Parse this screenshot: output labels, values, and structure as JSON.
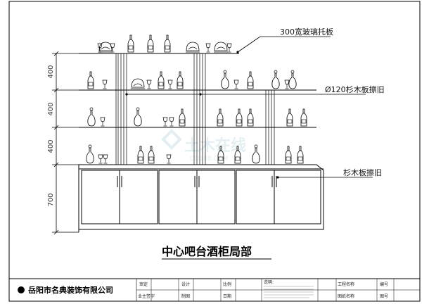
{
  "drawing": {
    "title": "中心吧台酒柜局部",
    "dimensions": [
      "400",
      "400",
      "400",
      "700"
    ]
  },
  "callouts": {
    "glass_shelf": "300宽玻璃托板",
    "column": "Ø120杉木板擦旧",
    "counter": "杉木板擦旧"
  },
  "title_block": {
    "company": "岳阳市名典装饰有限公司",
    "cells": [
      "审定",
      "设计",
      "比例",
      "工程名称",
      "编号",
      "业主签字",
      "制图",
      "日期",
      "图纸名称",
      "图号"
    ],
    "notes_label": "说明:"
  },
  "watermark": {
    "text": "土木在线",
    "sub": "CO188.COM"
  }
}
